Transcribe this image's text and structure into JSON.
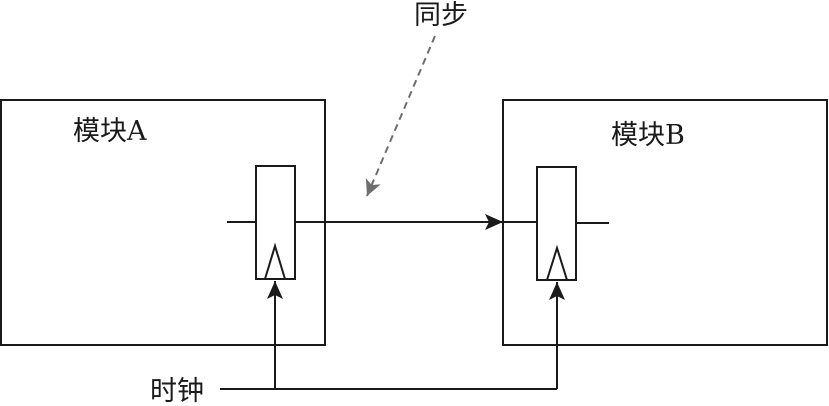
{
  "diagram": {
    "module_a": {
      "label": "模块A"
    },
    "module_b": {
      "label": "模块B"
    },
    "sync_label": "同步",
    "clock_label": "时钟",
    "colors": {
      "line": "#1a1a1a",
      "dashed_arrow": "#6e6e6e",
      "background": "#ffffff"
    }
  }
}
